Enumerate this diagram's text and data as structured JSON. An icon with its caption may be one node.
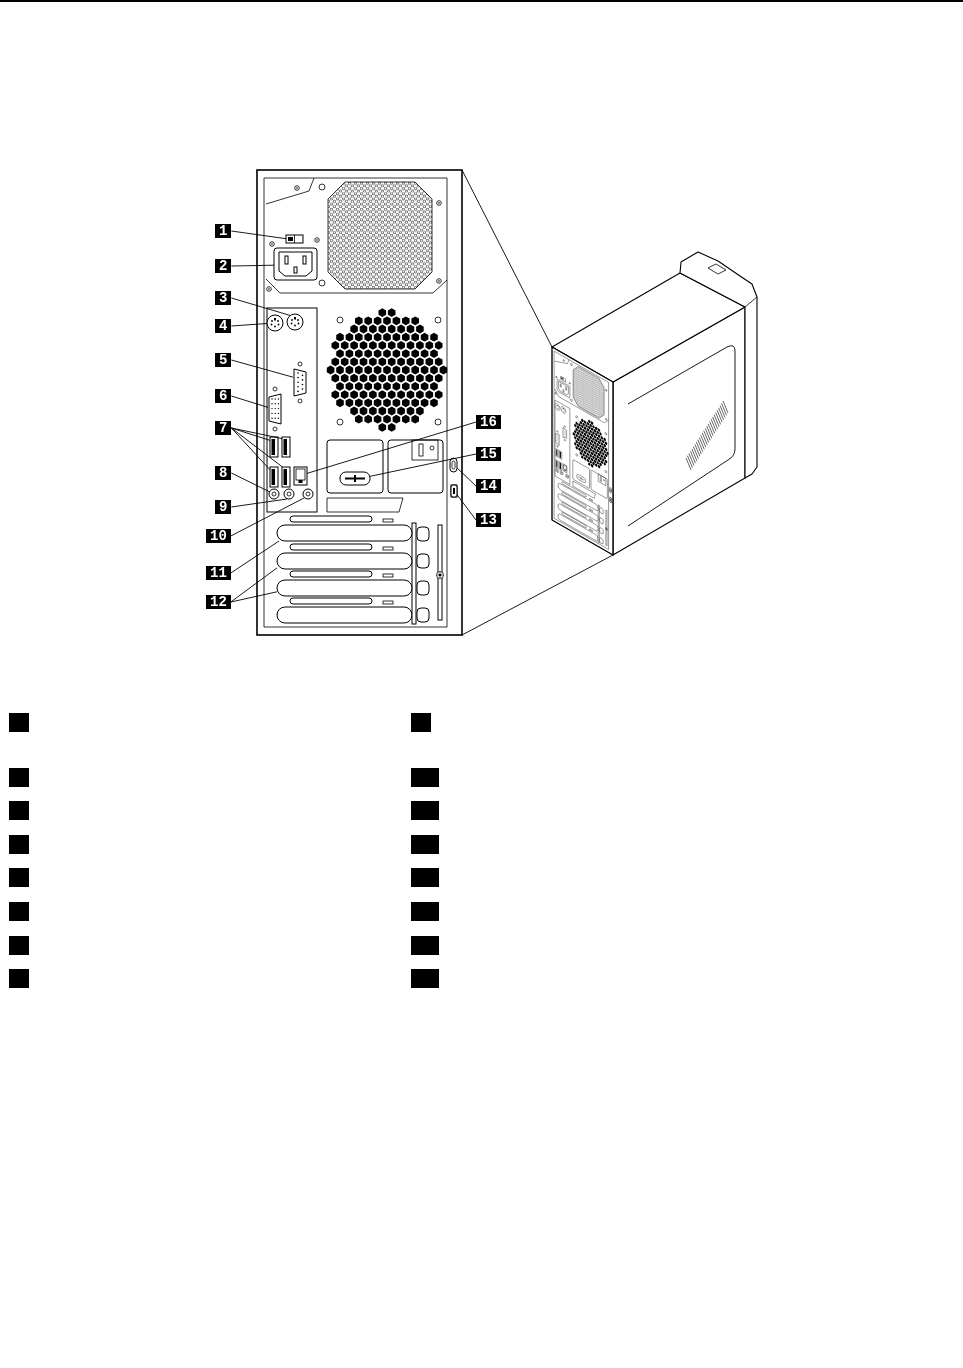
{
  "diagram": {
    "nodes": [
      {
        "text": [],
        "shape": "picture"
      },
      {
        "text": [],
        "shape": "box",
        "in": 0
      },
      {
        "text": [],
        "shape": "picture",
        "in": 0
      },
      {
        "text": [],
        "shape": "circle",
        "in": 0
      },
      {
        "text": [],
        "shape": "circle",
        "in": 0
      },
      {
        "text": [],
        "shape": "picture",
        "in": 0
      },
      {
        "text": [],
        "shape": "picture",
        "in": 0
      },
      {
        "text": [],
        "shape": "box",
        "in": 0
      },
      {
        "text": [],
        "shape": "box",
        "in": 0
      },
      {
        "text": [],
        "shape": "box",
        "in": 0
      },
      {
        "text": [],
        "shape": "box",
        "in": 0
      },
      {
        "text": [],
        "shape": "box",
        "in": 0
      },
      {
        "text": [],
        "shape": "picture",
        "in": 0
      },
      {
        "text": [],
        "shape": "picture",
        "in": 0
      },
      {
        "text": [],
        "shape": "circle",
        "in": 0
      },
      {
        "text": [],
        "shape": "circle",
        "in": 0
      },
      {
        "text": [],
        "shape": "circle",
        "in": 0
      },
      {
        "text": [],
        "shape": "box",
        "in": 0
      },
      {
        "text": [],
        "shape": "bar",
        "in": 0
      },
      {
        "text": [],
        "shape": "bar",
        "in": 0
      },
      {
        "text": [],
        "shape": "bar",
        "in": 0
      },
      {
        "text": [
          "1"
        ]
      },
      {
        "text": [
          "2"
        ]
      },
      {
        "text": [
          "3"
        ]
      },
      {
        "text": [
          "4"
        ]
      },
      {
        "text": [
          "5"
        ]
      },
      {
        "text": [
          "6"
        ]
      },
      {
        "text": [
          "7"
        ]
      },
      {
        "text": [
          "8"
        ]
      },
      {
        "text": [
          "9"
        ]
      },
      {
        "text": [
          "10"
        ]
      },
      {
        "text": [
          "11"
        ]
      },
      {
        "text": [
          "12"
        ]
      },
      {
        "text": [
          "13"
        ]
      },
      {
        "text": [
          "14"
        ]
      },
      {
        "text": [
          "15"
        ]
      },
      {
        "text": [
          "16"
        ]
      },
      {
        "text": [],
        "shape": "picture"
      }
    ],
    "edges": [
      {
        "from": 21,
        "to": 1,
        "arrow": "none"
      },
      {
        "from": 22,
        "to": 2,
        "arrow": "none"
      },
      {
        "from": 23,
        "to": 4,
        "arrow": "none"
      },
      {
        "from": 24,
        "to": 3,
        "arrow": "none"
      },
      {
        "from": 25,
        "to": 5,
        "arrow": "none"
      },
      {
        "from": 26,
        "to": 6,
        "arrow": "none"
      },
      {
        "from": 27,
        "to": 7,
        "arrow": "none"
      },
      {
        "from": 27,
        "to": 8,
        "arrow": "none"
      },
      {
        "from": 27,
        "to": 9,
        "arrow": "none"
      },
      {
        "from": 27,
        "to": 10,
        "arrow": "none"
      },
      {
        "from": 28,
        "to": 14,
        "arrow": "none"
      },
      {
        "from": 29,
        "to": 15,
        "arrow": "none"
      },
      {
        "from": 30,
        "to": 16,
        "arrow": "none"
      },
      {
        "from": 31,
        "to": 18,
        "arrow": "none"
      },
      {
        "from": 32,
        "to": 19,
        "arrow": "none"
      },
      {
        "from": 32,
        "to": 20,
        "arrow": "none"
      },
      {
        "from": 33,
        "to": 17,
        "arrow": "none"
      },
      {
        "from": 34,
        "to": 13,
        "arrow": "none"
      },
      {
        "from": 35,
        "to": 12,
        "arrow": "none"
      },
      {
        "from": 36,
        "to": 11,
        "arrow": "none"
      },
      {
        "from": 0,
        "to": 37,
        "arrow": "none"
      },
      {
        "from": 0,
        "to": 37,
        "arrow": "none"
      }
    ]
  }
}
